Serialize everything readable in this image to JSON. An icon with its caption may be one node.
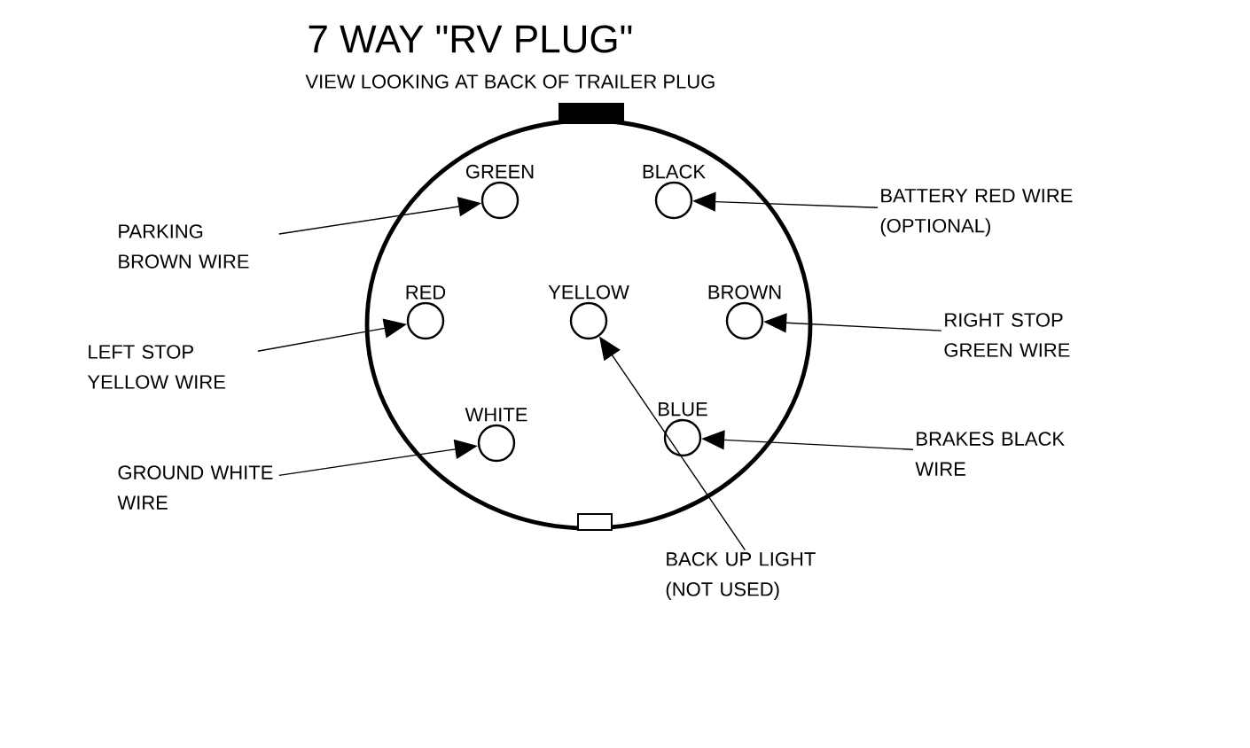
{
  "diagram": {
    "title": "7 WAY \"RV PLUG\"",
    "nodes": [
      {
        "text": [],
        "shape": "circle"
      },
      {
        "text": [
          "GREEN"
        ],
        "in": 0
      },
      {
        "text": [
          "BLACK"
        ],
        "in": 0
      },
      {
        "text": [
          "RED"
        ],
        "in": 0
      },
      {
        "text": [
          "YELLOW"
        ],
        "in": 0
      },
      {
        "text": [
          "BROWN"
        ],
        "in": 0
      },
      {
        "text": [
          "WHITE"
        ],
        "in": 0
      },
      {
        "text": [
          "BLUE"
        ],
        "in": 0
      },
      {
        "text": [
          "PARKING BROWN WIRE"
        ]
      },
      {
        "text": [
          "BATTERY RED WIRE (OPTIONAL)"
        ]
      },
      {
        "text": [
          "LEFT STOP YELLOW WIRE"
        ]
      },
      {
        "text": [
          "RIGHT STOP GREEN WIRE"
        ]
      },
      {
        "text": [
          "GROUND WHITE WIRE"
        ]
      },
      {
        "text": [
          "BRAKES BLACK WIRE"
        ]
      },
      {
        "text": [
          "BACK UP LIGHT (NOT USED)"
        ]
      }
    ],
    "edges": [
      {
        "from": 8,
        "to": 1,
        "arrow": "to"
      },
      {
        "from": 9,
        "to": 2,
        "arrow": "to"
      },
      {
        "from": 10,
        "to": 3,
        "arrow": "to"
      },
      {
        "from": 11,
        "to": 5,
        "arrow": "to"
      },
      {
        "from": 12,
        "to": 6,
        "arrow": "to"
      },
      {
        "from": 13,
        "to": 7,
        "arrow": "to"
      },
      {
        "from": 14,
        "to": 4,
        "arrow": "to"
      }
    ],
    "labels": [
      "VIEW LOOKING AT BACK OF TRAILER PLUG"
    ]
  }
}
